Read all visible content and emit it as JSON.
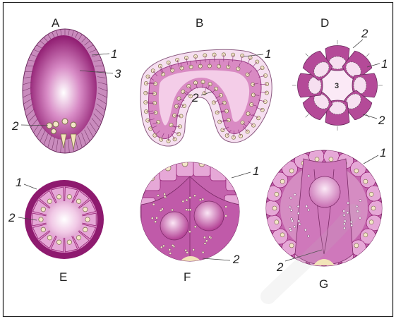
{
  "panels": {
    "A": {
      "label": "A",
      "callouts": [
        "1",
        "3",
        "2"
      ]
    },
    "B": {
      "label": "B",
      "callouts": [
        "1",
        "2"
      ]
    },
    "C": {
      "label": "D",
      "callouts": [
        "2",
        "1",
        "3",
        "2"
      ]
    },
    "E": {
      "label": "E",
      "callouts": [
        "1",
        "2"
      ]
    },
    "F": {
      "label": "F",
      "callouts": [
        "1",
        "2"
      ]
    },
    "G": {
      "label": "G",
      "callouts": [
        "1",
        "2"
      ]
    }
  },
  "colors": {
    "magenta_dark": "#8e1a6f",
    "magenta": "#b44a98",
    "pink": "#e6a8d7",
    "pink_light": "#f6dff0",
    "nucleus_fill": "#f3e6c8",
    "nucleus_ring": "#7a6b4a",
    "cream": "#f2e4b8"
  }
}
